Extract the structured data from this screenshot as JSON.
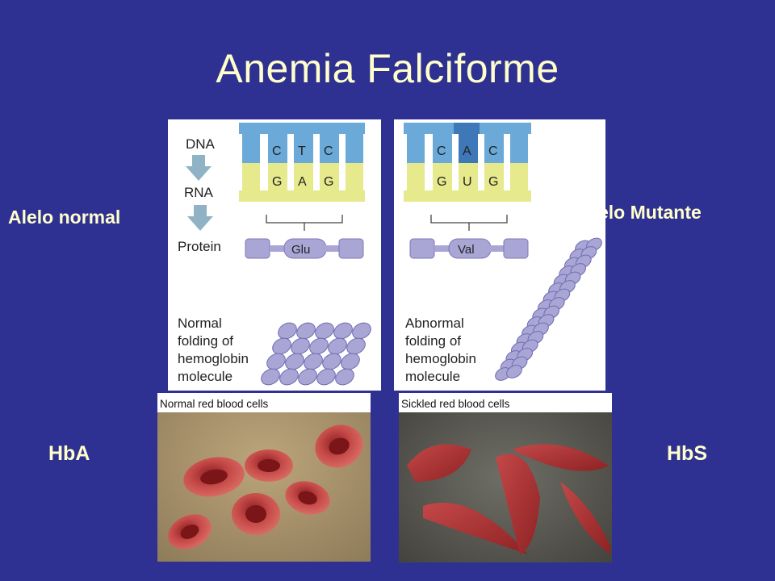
{
  "title": "Anemia Falciforme",
  "labels": {
    "normal_allele": "Alelo normal",
    "mutant_allele": "Alelo Mutante",
    "hba": "HbA",
    "hbs": "HbS"
  },
  "diagram_normal": {
    "dna_label": "DNA",
    "rna_label": "RNA",
    "protein_label": "Protein",
    "dna_bases": [
      "C",
      "T",
      "C"
    ],
    "rna_bases": [
      "G",
      "A",
      "G"
    ],
    "amino_acid": "Glu",
    "folding_text": [
      "Normal",
      "folding of",
      "hemoglobin",
      "molecule"
    ]
  },
  "diagram_mutant": {
    "dna_bases": [
      "C",
      "A",
      "C"
    ],
    "rna_bases": [
      "G",
      "U",
      "G"
    ],
    "amino_acid": "Val",
    "folding_text": [
      "Abnormal",
      "folding of",
      "hemoglobin",
      "molecule"
    ]
  },
  "photos": {
    "normal_caption": "Normal red blood cells",
    "sickle_caption": "Sickled red blood cells"
  },
  "colors": {
    "background": "#2f3192",
    "label_text": "#ffffcc",
    "dna_strand": "#6aa9d8",
    "dna_mutated": "#3f78b8",
    "rna_strand": "#e6e98c",
    "protein": "#a9a6d6",
    "cell_red": "#c23a3a"
  }
}
